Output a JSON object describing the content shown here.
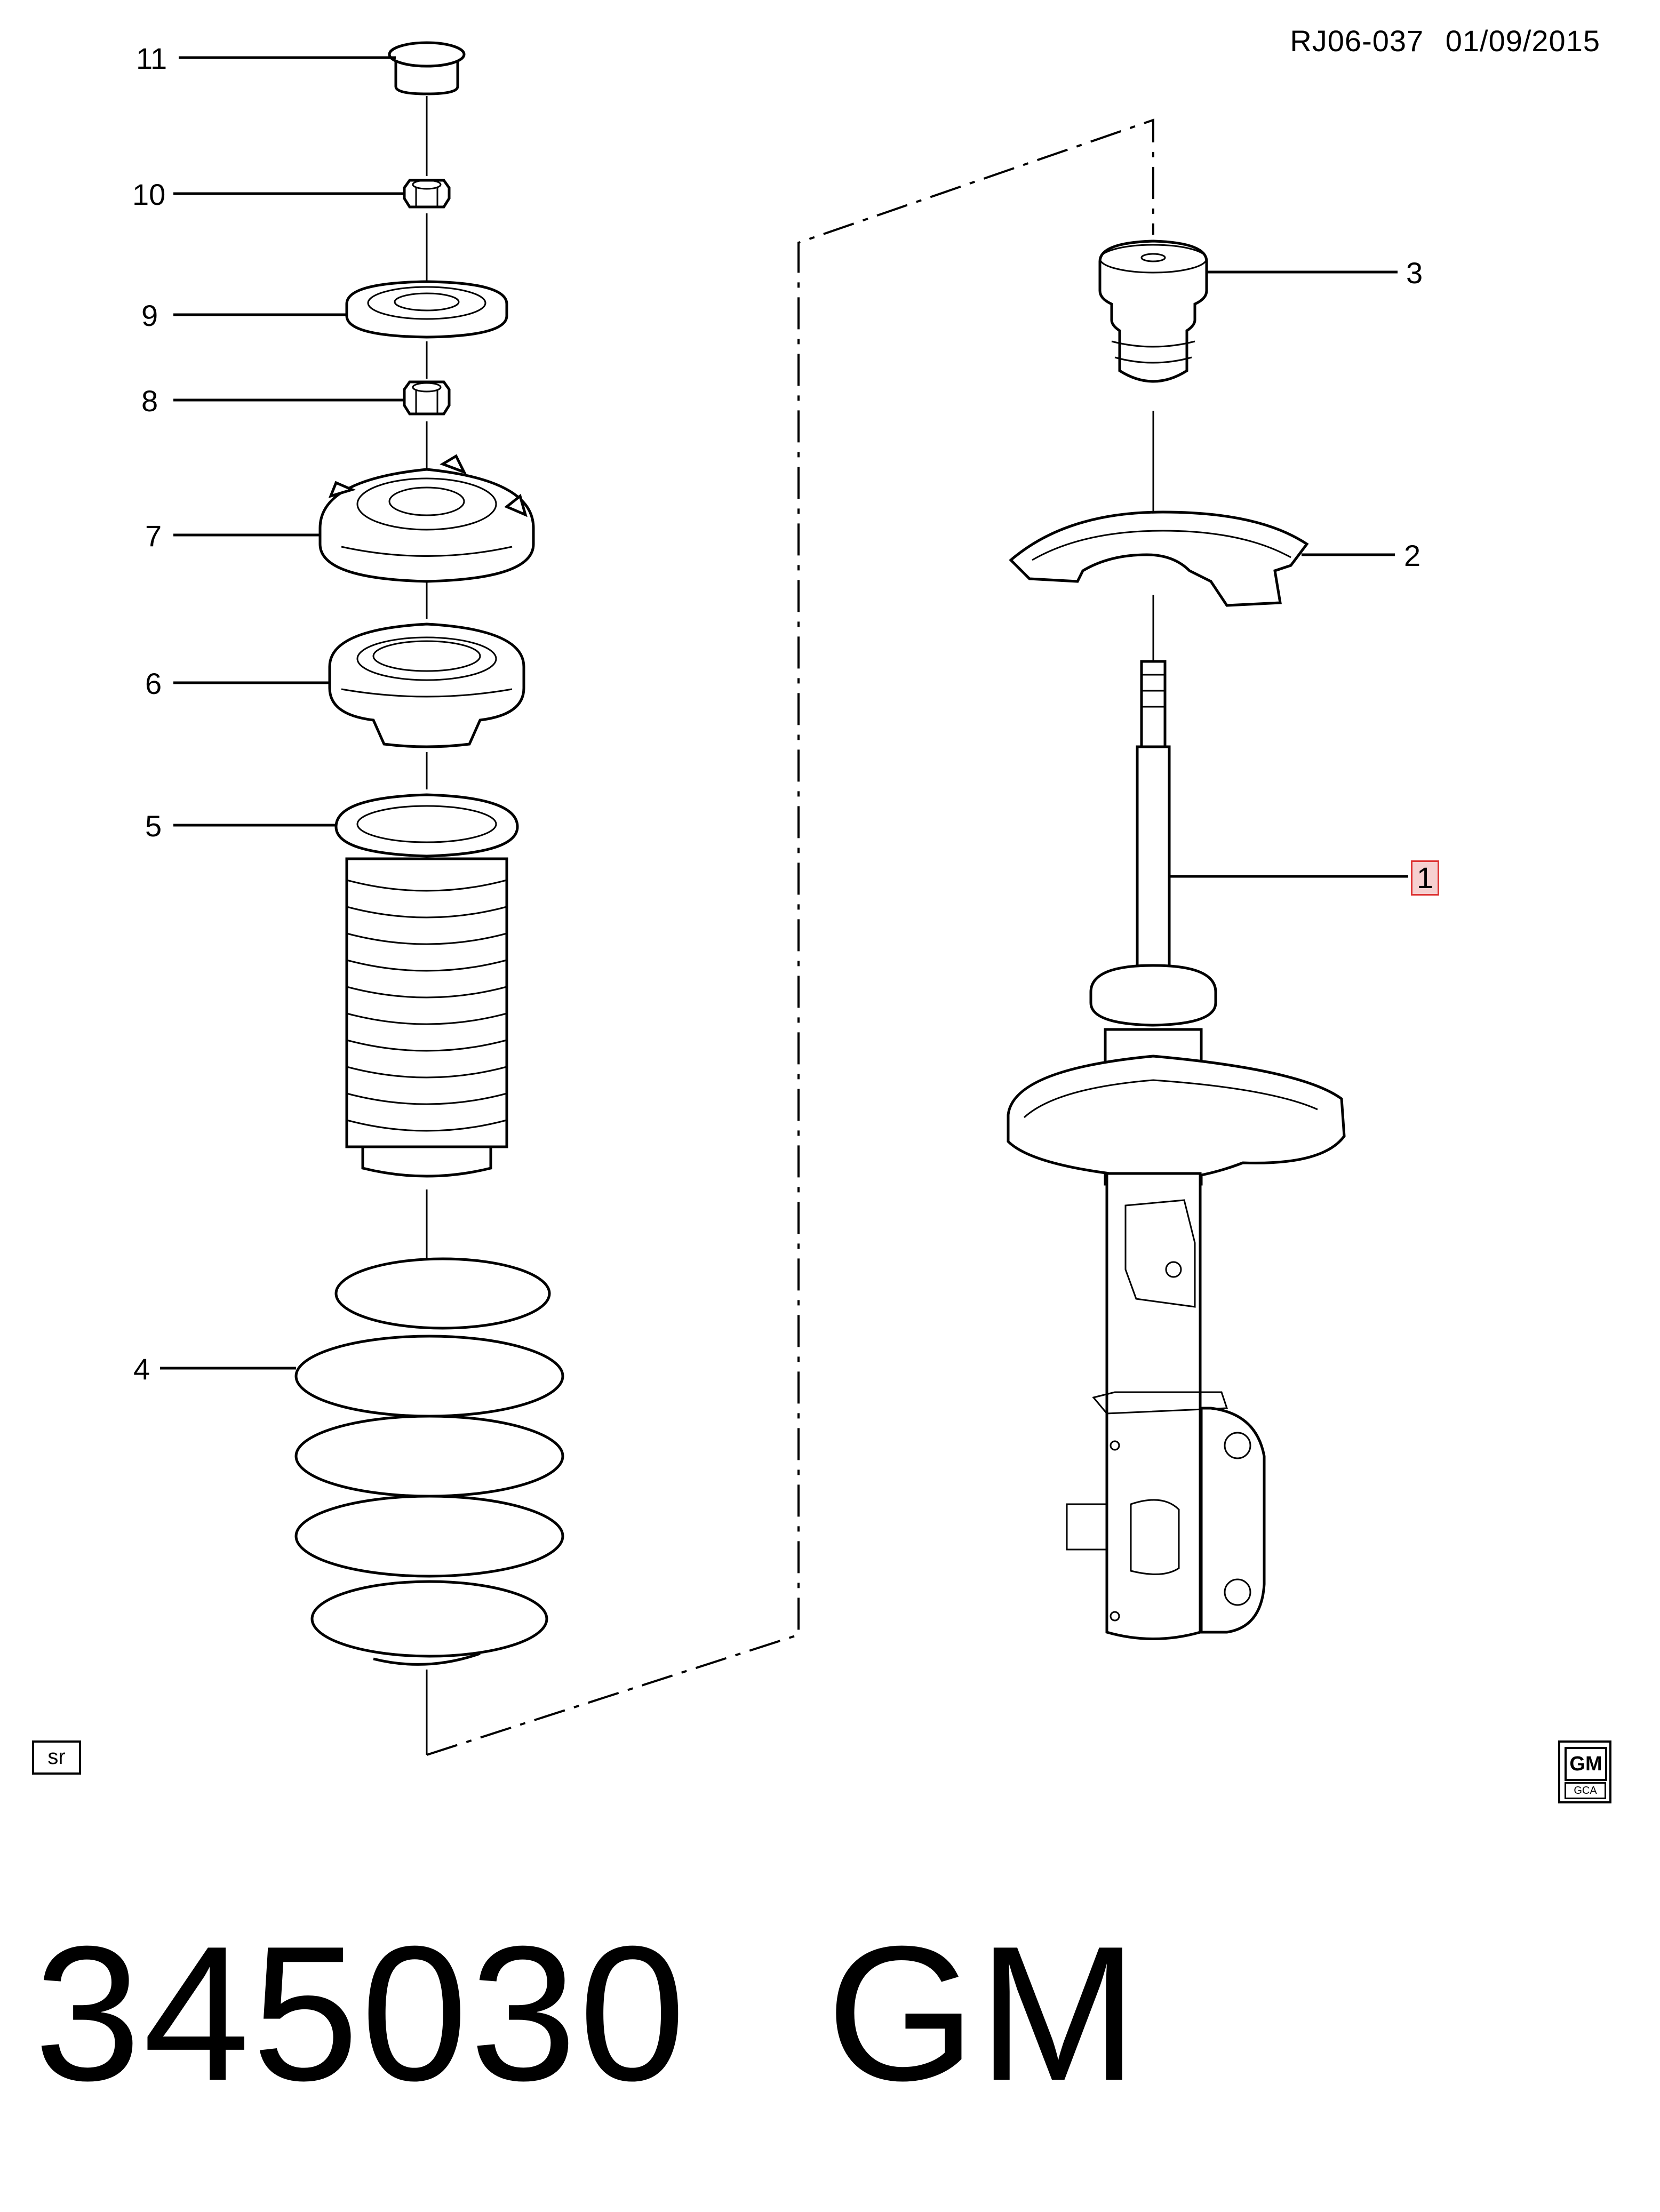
{
  "header": {
    "drawing_code": "RJ06-037",
    "date": "01/09/2015"
  },
  "callouts": [
    {
      "id": "11",
      "label": "11"
    },
    {
      "id": "10",
      "label": "10"
    },
    {
      "id": "9",
      "label": "9"
    },
    {
      "id": "8",
      "label": "8"
    },
    {
      "id": "7",
      "label": "7"
    },
    {
      "id": "6",
      "label": "6"
    },
    {
      "id": "5",
      "label": "5"
    },
    {
      "id": "4",
      "label": "4"
    },
    {
      "id": "3",
      "label": "3"
    },
    {
      "id": "2",
      "label": "2"
    },
    {
      "id": "1",
      "label": "1",
      "highlighted": true
    }
  ],
  "corner_marks": {
    "left": "sr",
    "logo_top": "GM",
    "logo_bottom": "GCA"
  },
  "footer": {
    "part_number": "345030",
    "make": "GM"
  },
  "colors": {
    "line": "#000000",
    "highlight_fill": "#f6d0d0",
    "highlight_border": "#dd3333"
  }
}
